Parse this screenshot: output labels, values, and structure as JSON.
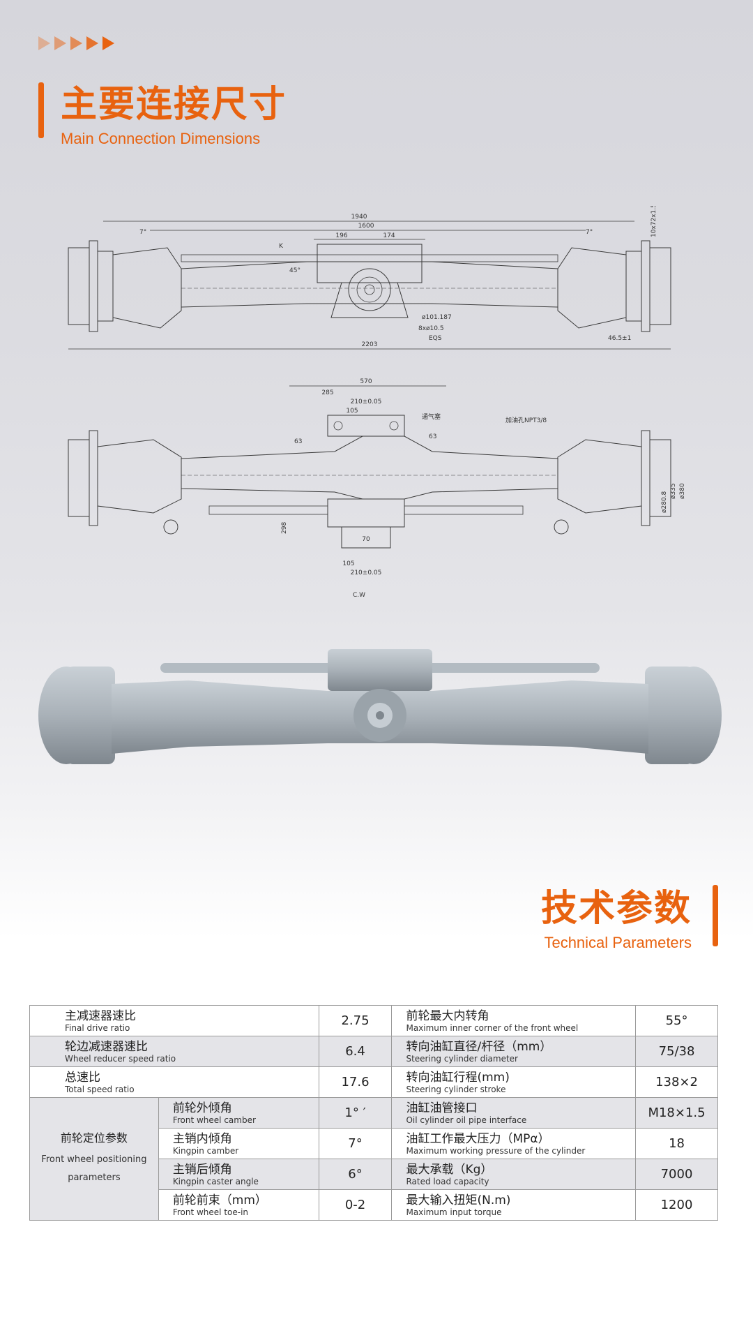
{
  "section1": {
    "title_cn": "主要连接尺寸",
    "title_en": "Main Connection Dimensions"
  },
  "section2": {
    "title_cn": "技术参数",
    "title_en": "Technical Parameters"
  },
  "drawing": {
    "dims": [
      "1940",
      "1600",
      "196",
      "174",
      "7°",
      "7°",
      "45°",
      "K",
      "ø101.187",
      "8xø10.5",
      "EQS",
      "46.5±1",
      "2203",
      "10x72x1.5",
      "570",
      "285",
      "210±0.05",
      "105",
      "63",
      "63",
      "通气塞",
      "加油孔NPT3/8",
      "298",
      "70",
      "105",
      "210±0.05",
      "C.W",
      "ø280.8",
      "ø335",
      "ø380"
    ]
  },
  "table": {
    "rows": [
      {
        "l_cn": "主减速器速比",
        "l_en": "Final drive ratio",
        "l_val": "2.75",
        "r_cn": "前轮最大内转角",
        "r_en": "Maximum inner corner of the front wheel",
        "r_val": "55°"
      },
      {
        "l_cn": "轮边减速器速比",
        "l_en": "Wheel reducer speed ratio",
        "l_val": "6.4",
        "r_cn": "转向油缸直径/杆径（mm）",
        "r_en": "Steering cylinder diameter",
        "r_val": "75/38"
      },
      {
        "l_cn": "总速比",
        "l_en": "Total speed ratio",
        "l_val": "17.6",
        "r_cn": "转向油缸行程(mm)",
        "r_en": "Steering cylinder stroke",
        "r_val": "138×2"
      }
    ],
    "group": {
      "cn": "前轮定位参数",
      "en1": "Front wheel positioning",
      "en2": "parameters"
    },
    "sub": [
      {
        "l_cn": "前轮外倾角",
        "l_en": "Front wheel camber",
        "l_val": "1° ′",
        "r_cn": "油缸油管接口",
        "r_en": "Oil cylinder oil pipe interface",
        "r_val": "M18×1.5"
      },
      {
        "l_cn": "主销内倾角",
        "l_en": "Kingpin camber",
        "l_val": "7°",
        "r_cn": "油缸工作最大压力（MPα）",
        "r_en": "Maximum working pressure of the cylinder",
        "r_val": "18"
      },
      {
        "l_cn": "主销后倾角",
        "l_en": "Kingpin caster angle",
        "l_val": "6°",
        "r_cn": "最大承载（Kg）",
        "r_en": "Rated load capacity",
        "r_val": "7000"
      },
      {
        "l_cn": "前轮前束（mm）",
        "l_en": "Front wheel toe-in",
        "l_val": "0-2",
        "r_cn": "最大输入扭矩(N.m)",
        "r_en": "Maximum input torque",
        "r_val": "1200"
      }
    ]
  }
}
